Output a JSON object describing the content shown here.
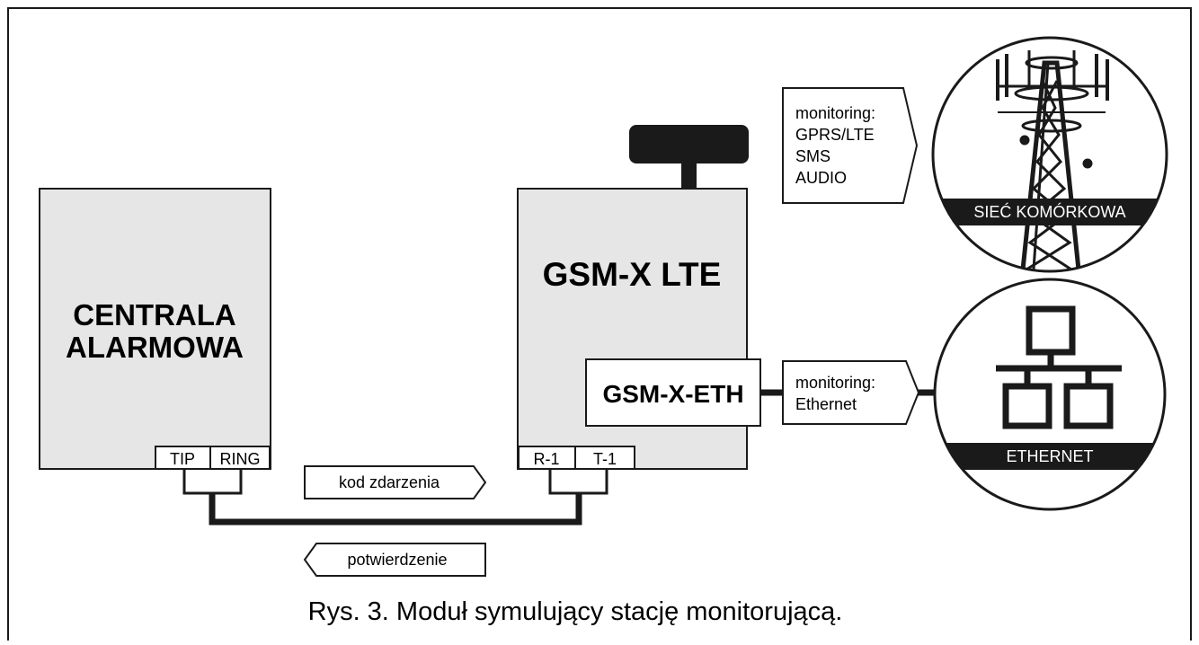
{
  "panel": {
    "line1": "CENTRALA",
    "line2": "ALARMOWA",
    "terminal_tip": "TIP",
    "terminal_ring": "RING"
  },
  "module": {
    "title": "GSM-X LTE",
    "terminal_r1": "R-1",
    "terminal_t1": "T-1"
  },
  "eth_module": {
    "title": "GSM-X-ETH"
  },
  "arrows": {
    "event_code": "kod zdarzenia",
    "acknowledge": "potwierdzenie"
  },
  "cellular_monitoring": {
    "line1": "monitoring:",
    "line2": "GPRS/LTE",
    "line3": "SMS",
    "line4": "AUDIO"
  },
  "ethernet_monitoring": {
    "line1": "monitoring:",
    "line2": "Ethernet"
  },
  "cellular_network": {
    "label": "SIEĆ KOMÓRKOWA"
  },
  "ethernet_network": {
    "label": "ETHERNET"
  },
  "caption": "Rys. 3. Moduł symulujący stację monitorującą.",
  "colors": {
    "box_fill": "#e6e6e6",
    "stroke": "#1a1a1a",
    "band": "#1a1a1a"
  }
}
